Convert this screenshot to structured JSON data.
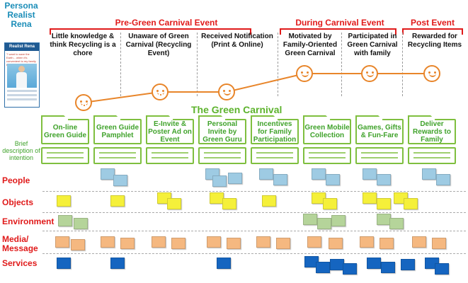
{
  "persona": {
    "title": "Persona Realist Rena",
    "poster_name": "Realist Rena",
    "poster_quote": "\"I want to save the Earth... when it's convenient to my family to do so.\""
  },
  "phases": [
    {
      "label": "Pre-Green Carnival Event"
    },
    {
      "label": "During Carnival Event"
    },
    {
      "label": "Post Event"
    }
  ],
  "stages": [
    {
      "text": "Little knowledge & think Recycling is a chore"
    },
    {
      "text": "Unaware of Green Carnival (Recycling Event)"
    },
    {
      "text": "Received Notification (Print & Online)"
    },
    {
      "text": "Motivated by Family-Oriented Green Carnival"
    },
    {
      "text": "Participated in Green Carnival with family"
    },
    {
      "text": "Rewarded for Recycling Items"
    }
  ],
  "journey_title": "The Green Carnival",
  "touchpoints": [
    {
      "text": "On-line Green Guide"
    },
    {
      "text": "Green Guide Pamphlet"
    },
    {
      "text": "E-Invite & Poster Ad on Event"
    },
    {
      "text": "Personal Invite by Green Guru"
    },
    {
      "text": "Incentives for Family Participation"
    },
    {
      "text": "Green Mobile Collection"
    },
    {
      "text": "Games, Gifts & Fun-Fare"
    },
    {
      "text": "Deliver Rewards to Family"
    }
  ],
  "brief_label": "Brief description of intention",
  "rows": [
    {
      "label": "People"
    },
    {
      "label": "Objects"
    },
    {
      "label": "Environment"
    },
    {
      "label": "Media/ Message"
    },
    {
      "label": "Services"
    }
  ],
  "colors": {
    "accent_red": "#e01a1a",
    "green": "#7fbf3f",
    "orange_line": "#e8852a",
    "people_note": "#9ecbe3",
    "objects_note": "#f5f03a",
    "environment_note": "#b5d49a",
    "media_note": "#f5b880",
    "services_note": "#1565c0"
  },
  "icons": {
    "face": "smiley-face-icon",
    "note": "sticky-note-icon"
  }
}
